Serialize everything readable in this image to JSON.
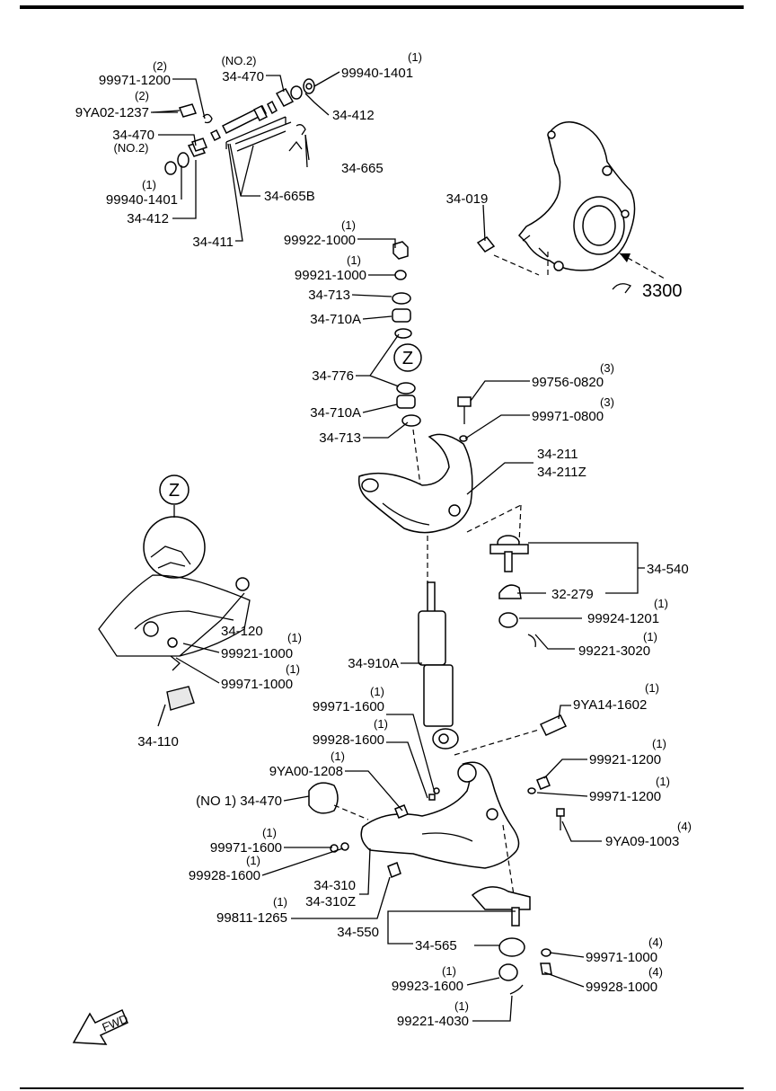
{
  "callout_z": "Z",
  "service_ref": "3300",
  "fwd_label": "FWD",
  "labels": [
    {
      "id": "p1",
      "part": "99971-1200",
      "qty": "(2)"
    },
    {
      "id": "p2",
      "part": "9YA02-1237",
      "qty": "(2)"
    },
    {
      "id": "p3",
      "part": "34-470",
      "qty": "(NO.2)"
    },
    {
      "id": "p4",
      "part": "99940-1401",
      "qty": "(1)"
    },
    {
      "id": "p5",
      "part": "34-412",
      "qty": ""
    },
    {
      "id": "p6",
      "part": "34-665",
      "qty": ""
    },
    {
      "id": "p7",
      "part": "34-470",
      "qty": "(NO.2)"
    },
    {
      "id": "p8",
      "part": "99940-1401",
      "qty": "(1)"
    },
    {
      "id": "p9",
      "part": "34-412",
      "qty": ""
    },
    {
      "id": "p10",
      "part": "34-665B",
      "qty": ""
    },
    {
      "id": "p11",
      "part": "34-411",
      "qty": ""
    },
    {
      "id": "p12",
      "part": "34-019",
      "qty": ""
    },
    {
      "id": "p13",
      "part": "99922-1000",
      "qty": "(1)"
    },
    {
      "id": "p14",
      "part": "99921-1000",
      "qty": "(1)"
    },
    {
      "id": "p15",
      "part": "34-713",
      "qty": ""
    },
    {
      "id": "p16",
      "part": "34-710A",
      "qty": ""
    },
    {
      "id": "p17",
      "part": "34-776",
      "qty": ""
    },
    {
      "id": "p18",
      "part": "34-710A",
      "qty": ""
    },
    {
      "id": "p19",
      "part": "34-713",
      "qty": ""
    },
    {
      "id": "p20",
      "part": "99756-0820",
      "qty": "(3)"
    },
    {
      "id": "p21",
      "part": "99971-0800",
      "qty": "(3)"
    },
    {
      "id": "p22",
      "part": "34-211",
      "qty": ""
    },
    {
      "id": "p23",
      "part": "34-211Z",
      "qty": ""
    },
    {
      "id": "p24",
      "part": "34-540",
      "qty": ""
    },
    {
      "id": "p25",
      "part": "32-279",
      "qty": ""
    },
    {
      "id": "p26",
      "part": "99924-1201",
      "qty": "(1)"
    },
    {
      "id": "p27",
      "part": "99221-3020",
      "qty": "(1)"
    },
    {
      "id": "p28",
      "part": "34-120",
      "qty": ""
    },
    {
      "id": "p29",
      "part": "99921-1000",
      "qty": "(1)"
    },
    {
      "id": "p30",
      "part": "99971-1000",
      "qty": "(1)"
    },
    {
      "id": "p31",
      "part": "34-110",
      "qty": ""
    },
    {
      "id": "p32",
      "part": "34-910A",
      "qty": ""
    },
    {
      "id": "p33",
      "part": "99971-1600",
      "qty": "(1)"
    },
    {
      "id": "p34",
      "part": "99928-1600",
      "qty": "(1)"
    },
    {
      "id": "p35",
      "part": "9YA00-1208",
      "qty": "(1)"
    },
    {
      "id": "p36",
      "part": "(NO 1) 34-470",
      "qty": ""
    },
    {
      "id": "p37",
      "part": "9YA14-1602",
      "qty": "(1)"
    },
    {
      "id": "p38",
      "part": "99921-1200",
      "qty": "(1)"
    },
    {
      "id": "p39",
      "part": "99971-1200",
      "qty": "(1)"
    },
    {
      "id": "p40",
      "part": "9YA09-1003",
      "qty": "(4)"
    },
    {
      "id": "p41",
      "part": "99971-1600",
      "qty": "(1)"
    },
    {
      "id": "p42",
      "part": "99928-1600",
      "qty": "(1)"
    },
    {
      "id": "p43",
      "part": "34-310",
      "qty": ""
    },
    {
      "id": "p44",
      "part": "34-310Z",
      "qty": ""
    },
    {
      "id": "p45",
      "part": "99811-1265",
      "qty": "(1)"
    },
    {
      "id": "p46",
      "part": "34-550",
      "qty": ""
    },
    {
      "id": "p47",
      "part": "34-565",
      "qty": ""
    },
    {
      "id": "p48",
      "part": "99971-1000",
      "qty": "(4)"
    },
    {
      "id": "p49",
      "part": "99923-1600",
      "qty": "(1)"
    },
    {
      "id": "p50",
      "part": "99928-1000",
      "qty": "(4)"
    },
    {
      "id": "p51",
      "part": "99221-4030",
      "qty": "(1)"
    }
  ]
}
